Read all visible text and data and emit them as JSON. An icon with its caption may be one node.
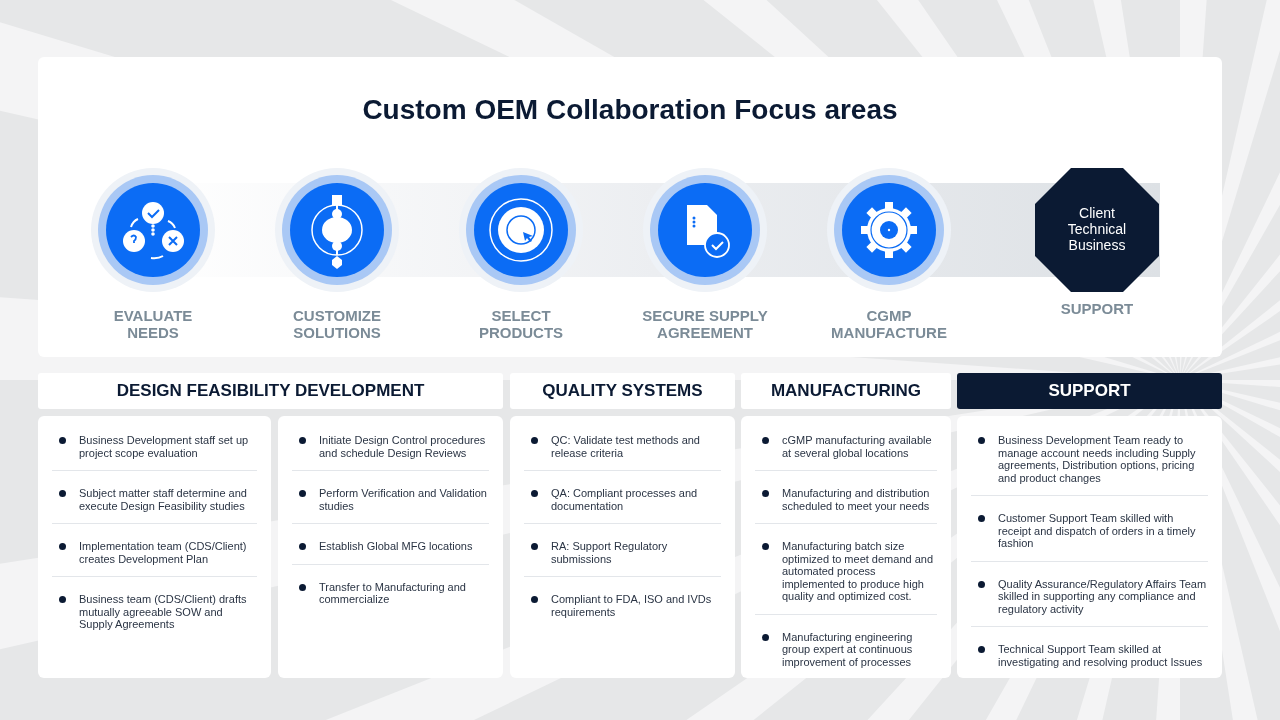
{
  "diagram": {
    "title": "Custom OEM Collaboration Focus areas",
    "nodes": [
      {
        "text": [
          "EVALUATE NEEDS"
        ]
      },
      {
        "text": [
          "CUSTOMIZE SOLUTIONS"
        ]
      },
      {
        "text": [
          "SELECT PRODUCTS"
        ]
      },
      {
        "text": [
          "SECURE SUPPLY AGREEMENT"
        ]
      },
      {
        "text": [
          "CGMP MANUFACTURE"
        ]
      },
      {
        "text": [
          "Client Technical Business",
          "SUPPORT"
        ]
      },
      {
        "text": [
          "DESIGN FEASIBILITY DEVELOPMENT"
        ]
      },
      {
        "text": [
          "QUALITY SYSTEMS"
        ]
      },
      {
        "text": [
          "MANUFACTURING"
        ]
      },
      {
        "text": [
          "SUPPORT"
        ]
      },
      {
        "text": [
          "Business Development staff set up project scope evaluation",
          "Subject matter staff determine and execute Design Feasibility studies",
          "Implementation team (CDS/Client) creates Development Plan",
          "Business team (CDS/Client) drafts mutually agreeable SOW and Supply Agreements"
        ]
      },
      {
        "text": [
          "Initiate Design Control procedures and schedule Design Reviews",
          "Perform Verification and Validation studies",
          "Establish Global MFG locations",
          "Transfer to Manufacturing and commercialize"
        ]
      },
      {
        "text": [
          "QC: Validate test methods and release criteria",
          "QA: Compliant processes and documentation",
          "RA: Support Regulatory submissions",
          "Compliant to FDA, ISO and IVDs requirements"
        ]
      },
      {
        "text": [
          "cGMP manufacturing available at several global locations",
          "Manufacturing and distribution scheduled to meet your needs",
          "Manufacturing batch size optimized to meet demand and automated process implemented to produce high quality and optimized cost.",
          "Manufacturing engineering group expert at continuous improvement of processes"
        ]
      },
      {
        "text": [
          "Business Development Team ready to manage account needs including Supply agreements, Distribution options, pricing and product changes",
          "Customer Support Team skilled with receipt and dispatch of orders in a timely fashion",
          "Quality Assurance/Regulatory Affairs Team skilled in supporting any compliance and regulatory activity",
          "Technical Support Team skilled at investigating and resolving product Issues"
        ]
      }
    ]
  }
}
